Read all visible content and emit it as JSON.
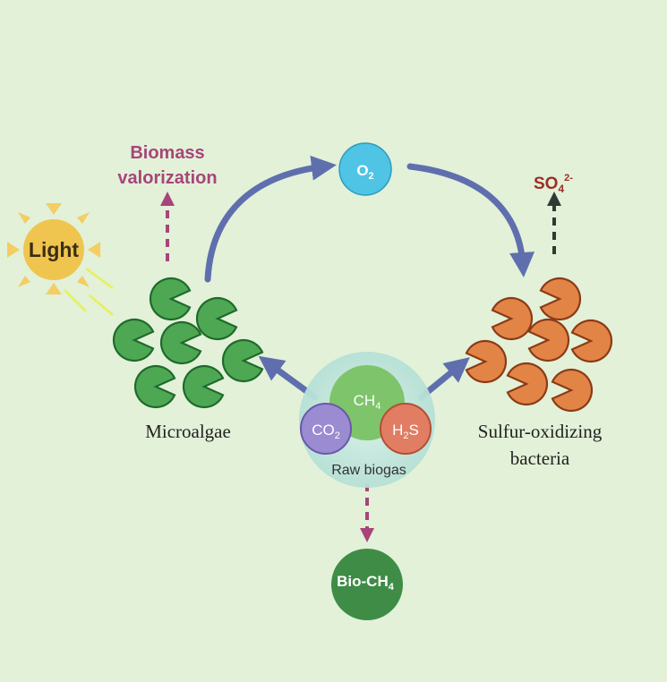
{
  "labels": {
    "light": "Light",
    "biomass_line1": "Biomass",
    "biomass_line2": "valorization",
    "o2_main": "O",
    "o2_sub": "2",
    "so4_main": "SO",
    "so4_sub": "4",
    "so4_sup": "2-",
    "microalgae": "Microalgae",
    "bacteria_line1": "Sulfur-oxidizing",
    "bacteria_line2": "bacteria",
    "ch4_main": "CH",
    "ch4_sub": "4",
    "co2_main": "CO",
    "co2_sub": "2",
    "h2s_main": "H",
    "h2s_sub": "2",
    "h2s_end": "S",
    "raw_biogas": "Raw biogas",
    "biogas_main": "Bio-CH",
    "biogas_sub": "4"
  },
  "colors": {
    "background": "#e2f1d8",
    "cycle_arrow": "#5f6fae",
    "purple_dashed": "#a7457a",
    "dark_dashed": "#2e3b34",
    "algae_fill": "#4ea853",
    "algae_stroke": "#1f6a2c",
    "bacteria_fill": "#e38447",
    "bacteria_stroke": "#8a3b16",
    "sun": "#f0c54f",
    "sun_ray": "#f4cd63",
    "o2_bubble": "#4fc4e5",
    "ch4_bubble": "#7ec46a",
    "co2_bubble": "#9b8bd1",
    "h2s_bubble": "#e07d63",
    "bio_ch4_bubble": "#3f8c47",
    "biomass_text": "#a7457a",
    "so4_text": "#9b2f22"
  },
  "icons": {
    "sun": "sun-icon",
    "microalgae_cell": "pacman-cell-icon",
    "bacteria_cell": "pacman-cell-icon"
  }
}
